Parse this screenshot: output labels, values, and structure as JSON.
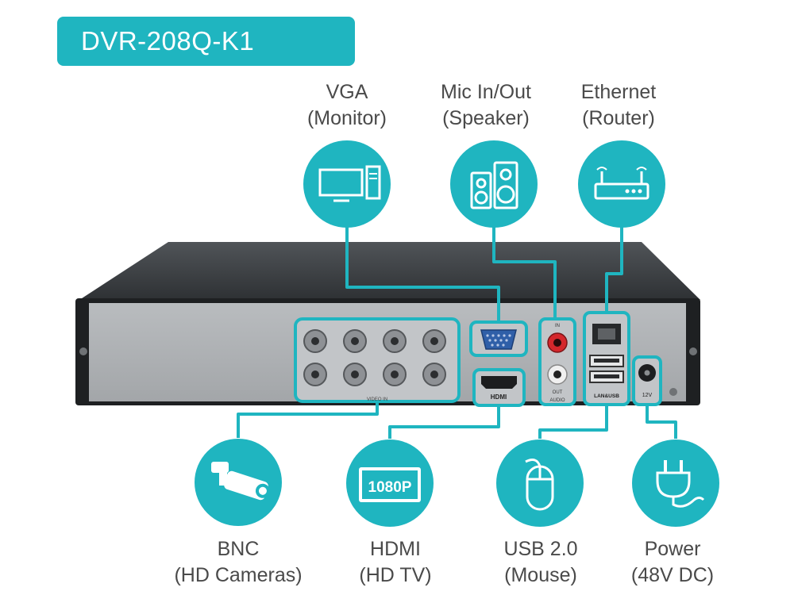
{
  "title": "DVR-208Q-K1",
  "accent_color": "#1fb5c0",
  "top_ports": [
    {
      "name": "VGA",
      "sub": "(Monitor)",
      "icon": "monitor-icon"
    },
    {
      "name": "Mic In/Out",
      "sub": "(Speaker)",
      "icon": "speaker-icon"
    },
    {
      "name": "Ethernet",
      "sub": "(Router)",
      "icon": "router-icon"
    }
  ],
  "bottom_ports": [
    {
      "name": "BNC",
      "sub": "(HD Cameras)",
      "icon": "camera-icon"
    },
    {
      "name": "HDMI",
      "sub": "(HD TV)",
      "icon": "tv-1080p-icon",
      "badge": "1080P"
    },
    {
      "name": "USB 2.0",
      "sub": "(Mouse)",
      "icon": "mouse-icon"
    },
    {
      "name": "Power",
      "sub": "(48V DC)",
      "icon": "plug-icon"
    }
  ],
  "panel_labels": {
    "hdmi": "HDMI",
    "audio": "AUDIO",
    "lan_usb": "LAN&USB",
    "dc": "12V",
    "out": "OUT",
    "in": "IN",
    "video_in": "VIDEO IN"
  }
}
